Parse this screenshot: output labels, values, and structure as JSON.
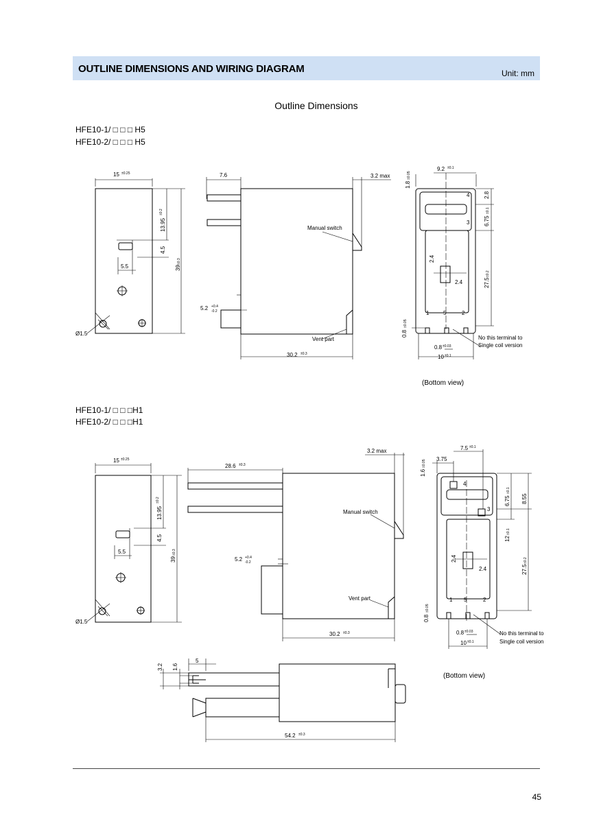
{
  "header": {
    "title": "OUTLINE DIMENSIONS AND WIRING DIAGRAM",
    "unit": "Unit: mm",
    "bar_color": "#cfe0f4"
  },
  "section": {
    "title": "Outline Dimensions"
  },
  "h5": {
    "model_1": "HFE10-1/ □ □ □ H5",
    "model_2": "HFE10-2/ □ □ □ H5",
    "front": {
      "w": "15",
      "w_tol": "±0.25",
      "d1": "13.95",
      "d1_tol": "±0.2",
      "d2": "4.5",
      "d3": "5.5",
      "h": "39",
      "h_tol": "±0.3",
      "hole": "Ø1.5"
    },
    "side": {
      "d1": "7.6",
      "d2": "3.2 max",
      "manual": "Manual switch",
      "d3": "5.2",
      "d3_tol_up": "+0.4",
      "d3_tol_dn": "-0.2",
      "vent": "Vent part",
      "len": "30.2",
      "len_tol": "±0.3"
    },
    "bottom": {
      "top": "9.2",
      "top_tol": "±0.1",
      "left": "1.8",
      "left_tol": "±0.05",
      "r1": "2.8",
      "r2": "6.75",
      "r2_tol": "±0.1",
      "r3": "27.5",
      "r3_tol": "±0.2",
      "c1": "2.4",
      "c2": "2.4",
      "lb": "0.8",
      "lb_tol": "±0.05",
      "b1": "0.8",
      "b1_tol": "±0.03",
      "b2": "10",
      "b2_tol": "±0.1",
      "t4": "4",
      "t3": "3",
      "t1": "1",
      "t5": "5",
      "t2": "2",
      "note_1": "No this terminal to",
      "note_2": "Single coil version",
      "caption": "(Bottom view)"
    }
  },
  "h1": {
    "model_1": "HFE10-1/ □ □ □H1",
    "model_2": "HFE10-2/ □ □ □H1",
    "front": {
      "w": "15",
      "w_tol": "±0.25",
      "d1": "13.95",
      "d1_tol": "±0.2",
      "d2": "4.5",
      "d3": "5.5",
      "h": "39",
      "h_tol": "±0.3",
      "hole": "Ø1.5"
    },
    "side": {
      "d1": "28.6",
      "d1_tol": "±0.3",
      "d2": "3.2 max",
      "manual": "Manual switch",
      "d3": "5.2",
      "d3_tol_up": "+0.4",
      "d3_tol_dn": "-0.2",
      "vent": "Vent part",
      "len": "30.2",
      "len_tol": "±0.3"
    },
    "bottom": {
      "top": "7.5",
      "top_tol": "±0.1",
      "left1": "3.75",
      "left2": "1.6",
      "left2_tol": "±0.05",
      "r1": "6.75",
      "r1_tol": "±0.1",
      "r2": "8.55",
      "r3": "12",
      "r3_tol": "±0.1",
      "r4": "27.5",
      "r4_tol": "±0.2",
      "c1": "2.4",
      "c2": "2.4",
      "lb": "0.8",
      "lb_tol": "±0.05",
      "b1": "0.8",
      "b1_tol": "±0.03",
      "b2": "10",
      "b2_tol": "±0.1",
      "t4": "4",
      "t3": "3",
      "t1": "1",
      "t5": "5",
      "t2": "2",
      "note_1": "No this terminal to",
      "note_2": "Single coil version",
      "caption": "(Bottom view)"
    },
    "top_view": {
      "d1": "3.2",
      "d2": "1.6",
      "d3": "5",
      "len": "54.2",
      "len_tol": "±0.3"
    }
  },
  "footer": {
    "page": "45"
  }
}
